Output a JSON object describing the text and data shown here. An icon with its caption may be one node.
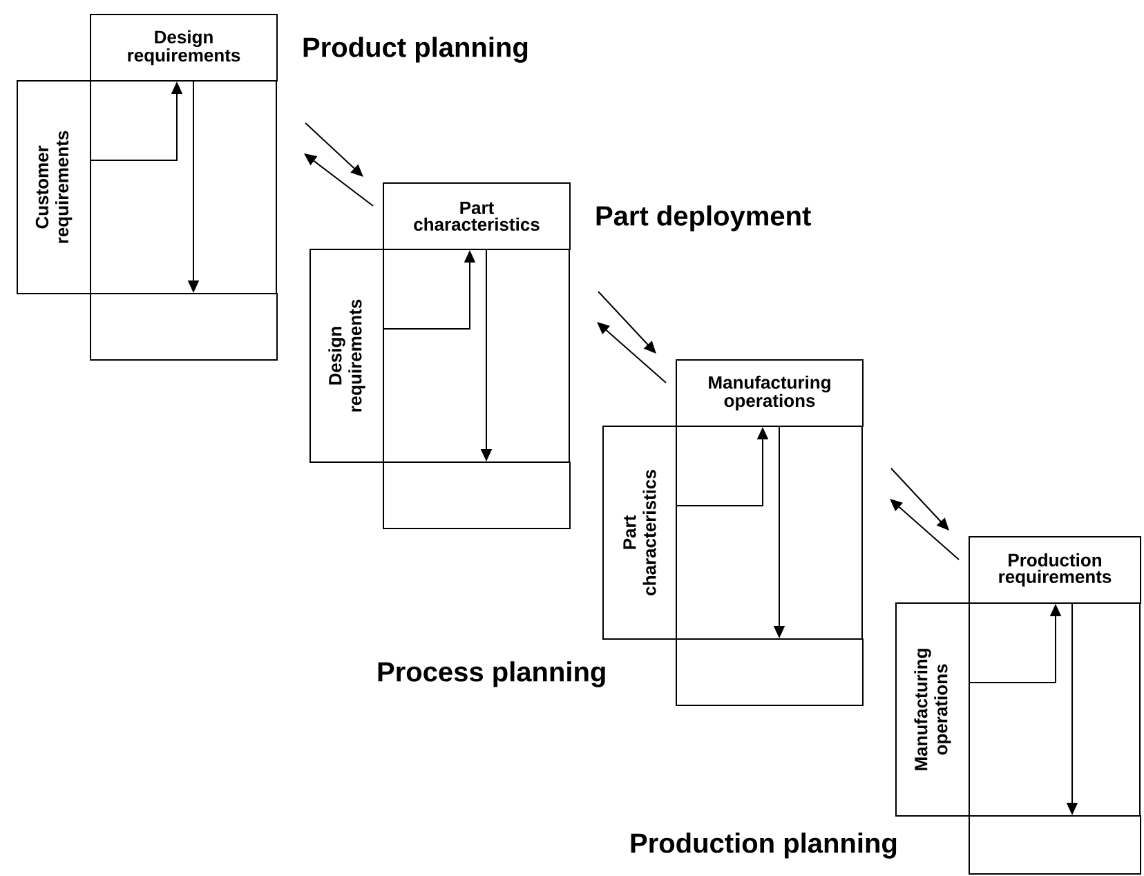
{
  "diagram": {
    "nodes": [
      {
        "text": [
          "Design requirements"
        ]
      },
      {
        "text": [
          "Customer requirements"
        ]
      },
      {
        "text": [],
        "shape": "box"
      },
      {
        "text": [
          "Part characteristics"
        ]
      },
      {
        "text": [
          "Design requirements"
        ]
      },
      {
        "text": [],
        "shape": "box"
      },
      {
        "text": [
          "Manufacturing operations"
        ]
      },
      {
        "text": [
          "Part characteristics"
        ]
      },
      {
        "text": [],
        "shape": "box"
      },
      {
        "text": [
          "Production requirements"
        ]
      },
      {
        "text": [
          "Manufacturing operations"
        ]
      },
      {
        "text": [],
        "shape": "box"
      }
    ],
    "edges": [
      {
        "from": 1,
        "to": 0,
        "arrow": "to"
      },
      {
        "from": 0,
        "to": 2,
        "arrow": "to"
      },
      {
        "from": 0,
        "to": 3,
        "arrow": "to"
      },
      {
        "from": 3,
        "to": null,
        "arrow": "to"
      },
      {
        "from": 4,
        "to": 3,
        "arrow": "to"
      },
      {
        "from": 3,
        "to": 5,
        "arrow": "to"
      },
      {
        "from": 3,
        "to": 6,
        "arrow": "to"
      },
      {
        "from": 6,
        "to": null,
        "arrow": "to"
      },
      {
        "from": 7,
        "to": 6,
        "arrow": "to"
      },
      {
        "from": 6,
        "to": 8,
        "arrow": "to"
      },
      {
        "from": 6,
        "to": 9,
        "arrow": "to"
      },
      {
        "from": 9,
        "to": null,
        "arrow": "to"
      },
      {
        "from": 10,
        "to": 9,
        "arrow": "to"
      },
      {
        "from": 9,
        "to": 11,
        "arrow": "to"
      }
    ],
    "labels": [
      "Product planning",
      "Part deployment",
      "Process planning",
      "Production planning"
    ]
  }
}
